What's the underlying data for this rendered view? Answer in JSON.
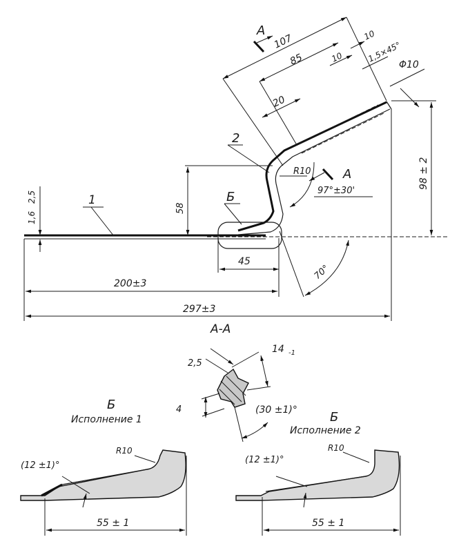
{
  "main_view": {
    "dims": {
      "d107": "107",
      "d85": "85",
      "d10a": "10",
      "d10b": "10",
      "chamfer": "1,5×45°",
      "dia": "Φ10",
      "d20": "20",
      "r10": "R10",
      "angle97": "97°±30'",
      "h98": "98 ± 2",
      "h58": "58",
      "t16": "1,6 ",
      "t25": "2,5",
      "d45": "45",
      "d200": "200±3",
      "d297": "297±3",
      "angle70": "70°"
    },
    "labels": {
      "part1": "1",
      "part2": "2",
      "detail_b": "Б",
      "section_a_top": "А",
      "section_a_right": "А"
    }
  },
  "section_aa": {
    "title": "А-А",
    "dims": {
      "d25": "2,5",
      "d14": "14",
      "d14_tol": "-1",
      "d4": "4",
      "angle": "(30 ±1)°"
    }
  },
  "detail_1": {
    "letter": "Б",
    "caption": "Исполнение 1",
    "angle": "(12 ±1)°",
    "radius": "R10",
    "length": "55 ± 1"
  },
  "detail_2": {
    "letter": "Б",
    "caption": "Исполнение 2",
    "angle": "(12 ±1)°",
    "radius": "R10",
    "length": "55 ± 1"
  }
}
